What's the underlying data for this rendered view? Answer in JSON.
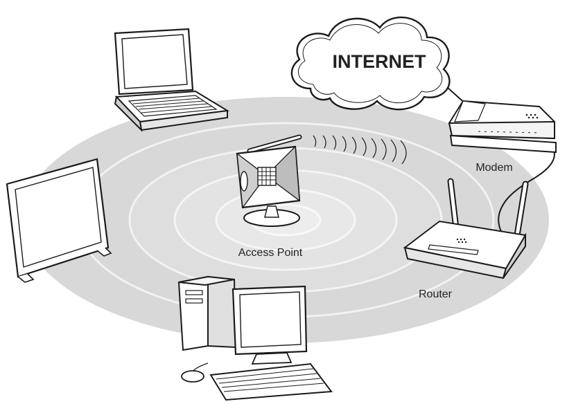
{
  "labels": {
    "internet": "INTERNET",
    "modem": "Modem",
    "router": "Router",
    "access_point": "Access Point"
  },
  "colors": {
    "range_outer": "#d6d6d6",
    "range_ring": "#e9e9e9",
    "stroke": "#1a1a1a"
  }
}
